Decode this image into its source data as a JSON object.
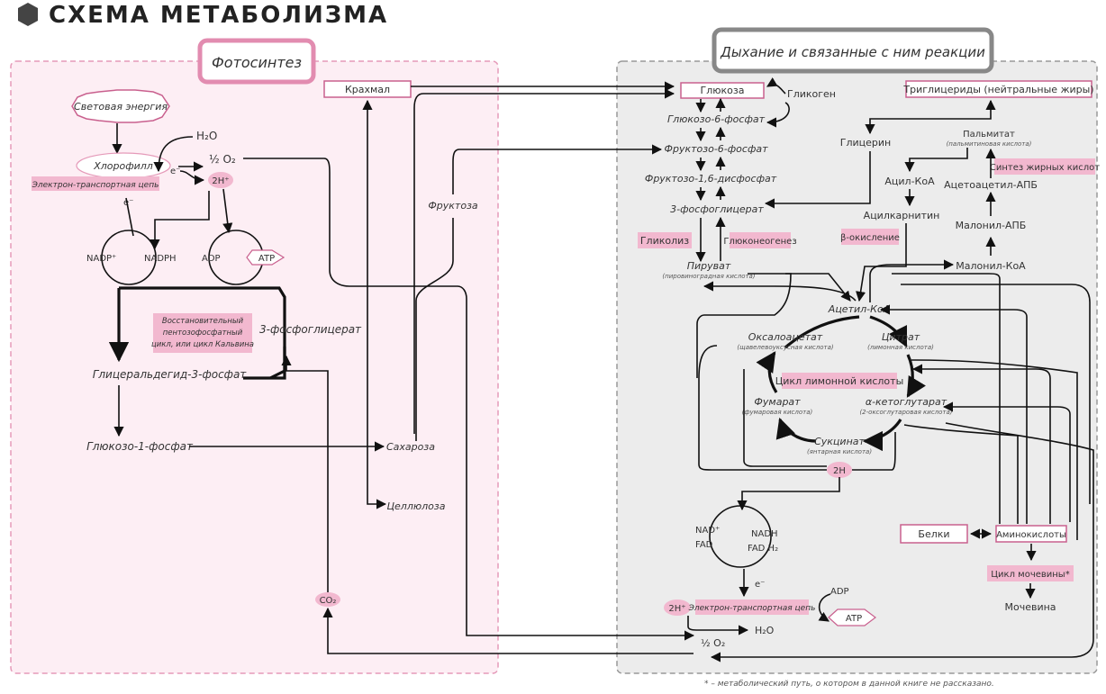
{
  "title": "СХЕМА МЕТАБОЛИЗМА",
  "sections": {
    "photosynthesis": "Фотосинтез",
    "respiration": "Дыхание и связанные с ним реакции"
  },
  "photo": {
    "light": "Световая энергия",
    "chlorophyll": "Хлорофилл",
    "etc": "Электрон-транспортная цепь",
    "h2o": "H₂O",
    "o2": "½ O₂",
    "e1": "e⁻",
    "e2": "e⁻",
    "h2plus": "2H⁺",
    "nadp": "NADP⁺",
    "nadph": "NADPH",
    "adp": "ADP",
    "atp": "ATP",
    "calvin": "Восстановительный пентозофосфатный цикл, или цикл Кальвина",
    "calvin_l1": "Восстановительный",
    "calvin_l2": "пентозофосфатный",
    "calvin_l3": "цикл, или цикл Кальвина",
    "pga": "3-фосфоглицерат",
    "g3p": "Глицеральдегид-3-фосфат",
    "g1p": "Глюкозо-1-фосфат",
    "co2": "CO₂"
  },
  "middle": {
    "starch": "Крахмал",
    "fructose": "Фруктоза",
    "sucrose": "Сахароза",
    "cellulose": "Целлюлоза"
  },
  "resp": {
    "glucose": "Глюкоза",
    "glycogen": "Гликоген",
    "g6p": "Глюкозо-6-фосфат",
    "f6p": "Фруктозо-6-фосфат",
    "f16bp": "Фруктозо-1,6-дисфосфат",
    "pga": "3-фосфоглицерат",
    "glycolysis": "Гликолиз",
    "gluconeo": "Глюконеогенез",
    "pyruvate": "Пируват",
    "pyruvate_sub": "(пировиноградная кислота)",
    "acetylcoa": "Ацетил-КоА",
    "oxaloacetate": "Оксалоацетат",
    "oxaloacetate_sub": "(щавелевоуксусная кислота)",
    "citrate": "Цитрат",
    "citrate_sub": "(лимонная кислота)",
    "tca": "Цикл лимонной кислоты",
    "fumarate": "Фумарат",
    "fumarate_sub": "(фумаровая кислота)",
    "akg": "α-кетоглутарат",
    "akg_sub": "(2-оксоглутаровая кислота)",
    "succinate": "Сукцинат",
    "succinate_sub": "(янтарная кислота)",
    "h2_tca": "2H",
    "nad": "NAD⁺",
    "fad": "FAD",
    "nadh": "NADH",
    "fadh2": "FAD H₂",
    "e": "e⁻",
    "h2plus": "2H⁺",
    "etc": "Электрон-транспортная цепь",
    "adp": "ADP",
    "atp": "ATP",
    "h2o": "H₂O",
    "o2": "½ O₂",
    "triglycerides": "Триглицериды (нейтральные жиры)",
    "glycerol": "Глицерин",
    "palmitate": "Пальмитат",
    "palmitate_sub": "(пальмитиновая кислота)",
    "fas": "Синтез жирных кислот",
    "acylcoa": "Ацил-КоА",
    "acetoacetyl": "Ацетоацетил-АПБ",
    "acylcarnitine": "Ацилкарнитин",
    "malonylacp": "Малонил-АПБ",
    "betaox": "β-окисление",
    "malonylcoa": "Малонил-КоА",
    "proteins": "Белки",
    "aminoacids": "Аминокислоты",
    "urea_cycle": "Цикл мочевины*",
    "urea": "Мочевина"
  },
  "footnote": "* – метаболический путь, о котором в данной книге не рассказано.",
  "colors": {
    "pink_fill": "#f2b8cf",
    "pink_border": "#c9608e",
    "photo_bg": "#fdeef4",
    "resp_bg": "#ececec"
  }
}
